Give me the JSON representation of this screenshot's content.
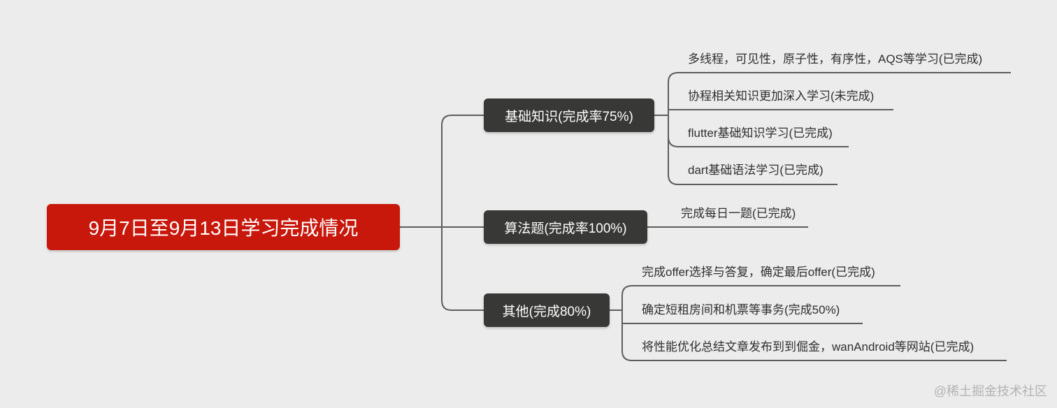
{
  "root": {
    "label": "9月7日至9月13日学习完成情况"
  },
  "branches": [
    {
      "label": "基础知识(完成率75%)",
      "leaves": [
        "多线程，可见性，原子性，有序性，AQS等学习(已完成)",
        "协程相关知识更加深入学习(未完成)",
        "flutter基础知识学习(已完成)",
        "dart基础语法学习(已完成)"
      ]
    },
    {
      "label": "算法题(完成率100%)",
      "leaves": [
        "完成每日一题(已完成)"
      ]
    },
    {
      "label": "其他(完成80%)",
      "leaves": [
        "完成offer选择与答复，确定最后offer(已完成)",
        "确定短租房间和机票等事务(完成50%)",
        "将性能优化总结文章发布到到倔金，wanAndroid等网站(已完成)"
      ]
    }
  ],
  "watermark": "@稀土掘金技术社区"
}
